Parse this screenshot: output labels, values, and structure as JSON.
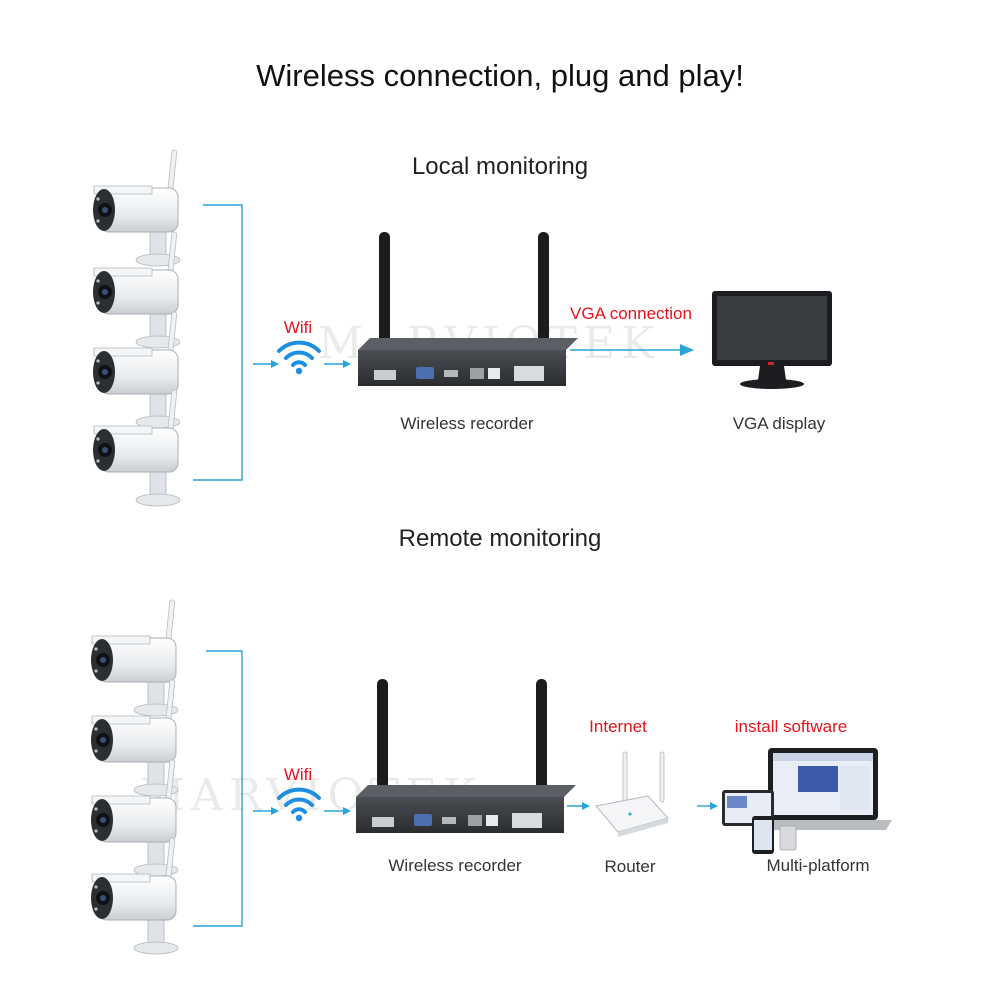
{
  "title": "Wireless connection, plug and play!",
  "watermark": "MARVIOTEK",
  "local": {
    "heading": "Local monitoring",
    "wifi_label": "Wifi",
    "vga_label": "VGA connection",
    "recorder_caption": "Wireless recorder",
    "display_caption": "VGA display"
  },
  "remote": {
    "heading": "Remote monitoring",
    "wifi_label": "Wifi",
    "internet_label": "Internet",
    "software_label": "install software",
    "recorder_caption": "Wireless recorder",
    "router_caption": "Router",
    "platform_caption": "Multi-platform"
  },
  "colors": {
    "connector_line": "#2aa3d8",
    "wifi_icon": "#1e8fe0",
    "highlight_text": "#e8131b"
  }
}
